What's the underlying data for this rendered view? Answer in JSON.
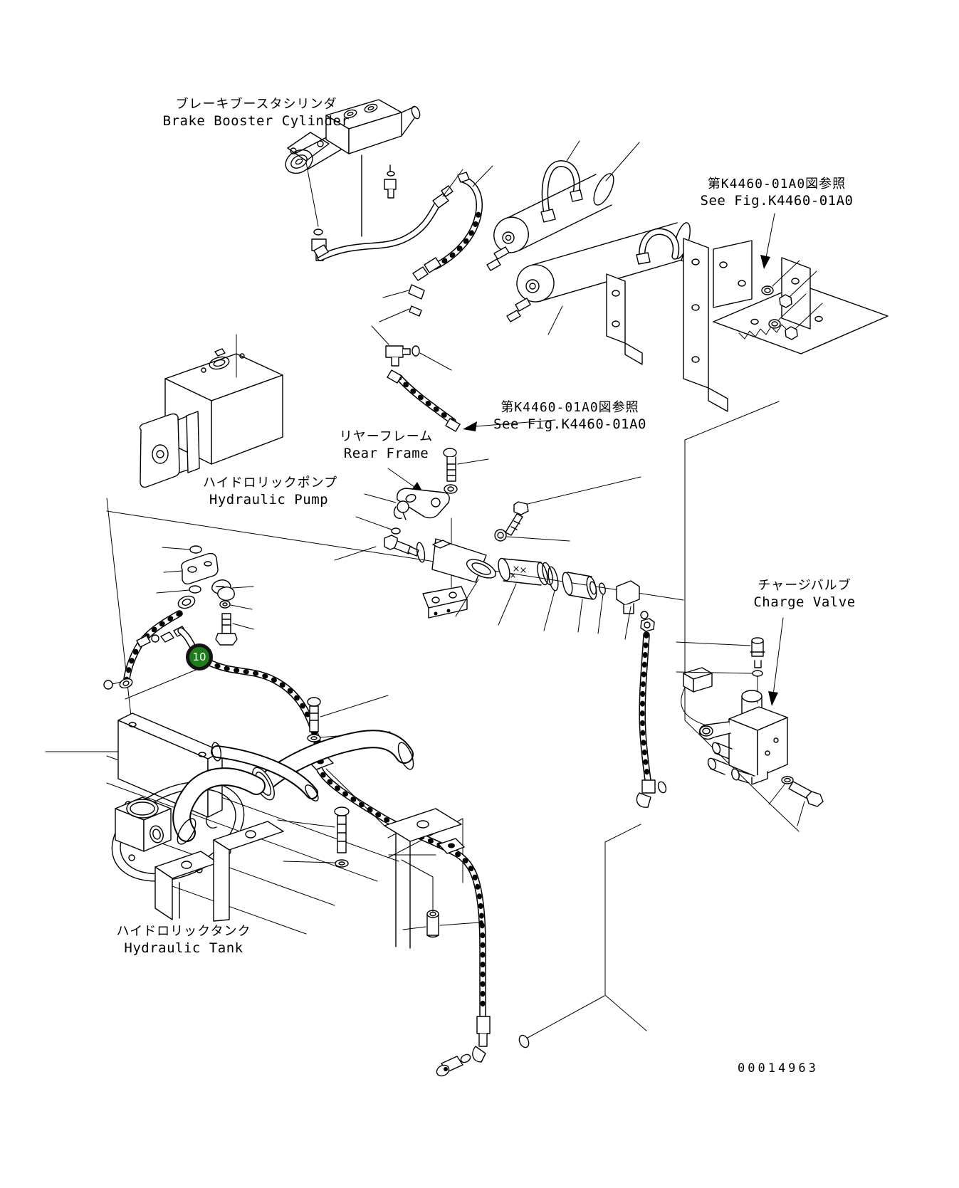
{
  "figure_number": "00014963",
  "callout": {
    "number": "10",
    "fill_color": "#1e7c1e",
    "ring_color": "#141414",
    "text_color": "#ffffff"
  },
  "labels": {
    "brake_booster_cylinder": {
      "jp": "ブレーキブースタシリンダ",
      "en": "Brake Booster Cylinder"
    },
    "see_fig_top": {
      "jp": "第K4460-01A0図参照",
      "en": "See Fig.K4460-01A0"
    },
    "see_fig_mid": {
      "jp": "第K4460-01A0図参照",
      "en": "See Fig.K4460-01A0"
    },
    "rear_frame": {
      "jp": "リヤーフレーム",
      "en": "Rear Frame"
    },
    "hydraulic_pump": {
      "jp": "ハイドロリックポンプ",
      "en": "Hydraulic Pump"
    },
    "charge_valve": {
      "jp": "チャージバルブ",
      "en": "Charge Valve"
    },
    "hydraulic_tank": {
      "jp": "ハイドロリックタンク",
      "en": "Hydraulic Tank"
    }
  },
  "drawing": {
    "line_color": "#000000",
    "background": "#ffffff"
  }
}
